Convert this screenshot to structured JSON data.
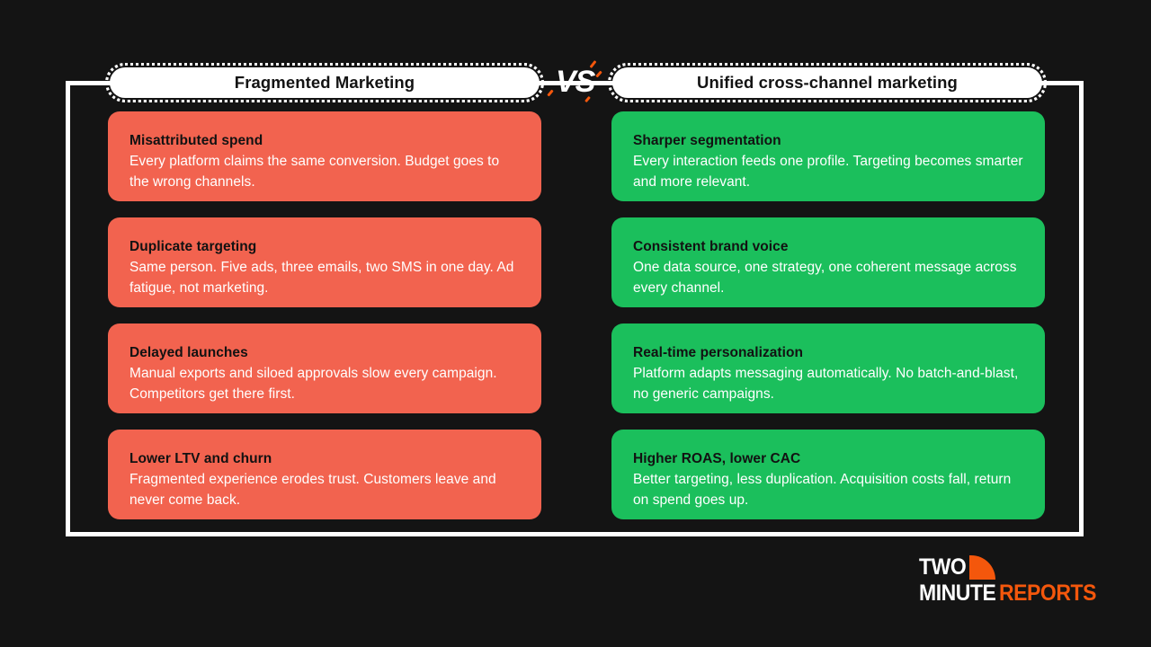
{
  "theme": {
    "background": "#141414",
    "frame_color": "#ffffff",
    "negative_color": "#F2634F",
    "positive_color": "#1BBF5C",
    "accent_orange": "#F4570C",
    "title_text_color": "#121212",
    "body_text_color": "#ffffff"
  },
  "headers": {
    "left": "Fragmented Marketing",
    "right": "Unified cross-channel marketing",
    "divider": "VS"
  },
  "columns": {
    "left": {
      "kind": "negative",
      "cards": [
        {
          "title": "Misattributed spend",
          "body": "Every platform claims the same conversion. Budget goes to the wrong channels."
        },
        {
          "title": "Duplicate targeting",
          "body": "Same person. Five ads, three emails, two SMS in one day. Ad fatigue, not marketing."
        },
        {
          "title": "Delayed launches",
          "body": "Manual exports and siloed approvals slow every campaign. Competitors get there first."
        },
        {
          "title": "Lower LTV and churn",
          "body": "Fragmented experience erodes trust. Customers leave and never come back."
        }
      ]
    },
    "right": {
      "kind": "positive",
      "cards": [
        {
          "title": "Sharper segmentation",
          "body": "Every interaction feeds one profile. Targeting becomes smarter and more relevant."
        },
        {
          "title": "Consistent brand voice",
          "body": "One data source, one strategy, one coherent message across every channel."
        },
        {
          "title": "Real-time personalization",
          "body": "Platform adapts messaging automatically. No batch-and-blast, no generic campaigns."
        },
        {
          "title": "Higher ROAS, lower CAC",
          "body": "Better targeting, less duplication. Acquisition costs fall, return on spend goes up."
        }
      ]
    }
  },
  "logo": {
    "line1": "TWO",
    "line2_white": "MINUTE",
    "line2_orange": "REPORTS",
    "mark": "quarter-circle-mark"
  }
}
